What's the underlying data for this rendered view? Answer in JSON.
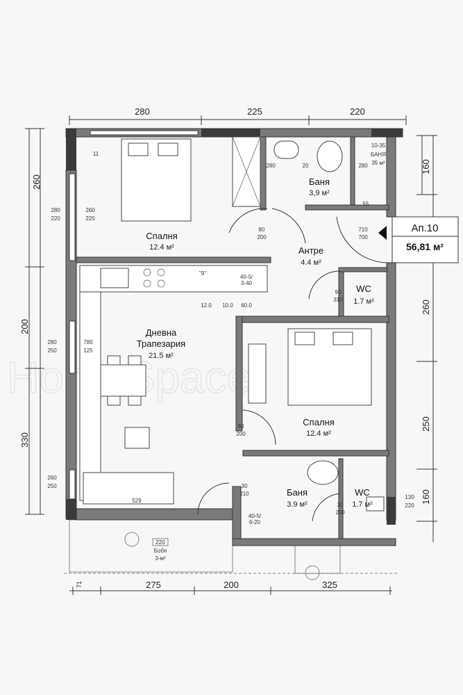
{
  "apartment": {
    "label": "Ап.10",
    "area": "56,81 м²"
  },
  "watermark": "HomeSpace",
  "rooms": [
    {
      "name": "Спалня",
      "area": "12.4 м²"
    },
    {
      "name": "Баня",
      "area": "3,9 м²"
    },
    {
      "name": "Антре",
      "area": "4.4 м²"
    },
    {
      "name": "WC",
      "area": "1.7 м²"
    },
    {
      "name": "Дневна",
      "name2": "Трапезария",
      "area": "21.5 м²"
    },
    {
      "name": "Спалня",
      "area": "12.4 м²"
    },
    {
      "name": "Баня",
      "area": "3.9 м²"
    },
    {
      "name": "WC",
      "area": "1.7 м²"
    }
  ],
  "dimensions": {
    "top": [
      "280",
      "225",
      "220"
    ],
    "left": [
      "260",
      "200",
      "330"
    ],
    "right": [
      "160",
      "260",
      "250",
      "160"
    ],
    "bottom": [
      "71",
      "275",
      "200",
      "325"
    ]
  },
  "openings": [
    {
      "top": "280",
      "bottom": "220"
    },
    {
      "top": "260",
      "bottom": "220"
    },
    {
      "top": "80",
      "bottom": "200"
    },
    {
      "top": "710",
      "bottom": "700"
    },
    {
      "top": "90",
      "bottom": "310"
    },
    {
      "top": "280",
      "bottom": "250"
    },
    {
      "top": "780",
      "bottom": "125"
    },
    {
      "top": "80",
      "bottom": "200"
    },
    {
      "top": "260",
      "bottom": "250"
    },
    {
      "top": "30",
      "bottom": "210"
    },
    {
      "top": "30",
      "bottom": "200"
    },
    {
      "top": "130",
      "bottom": "220"
    }
  ],
  "notes": {
    "n11": "11",
    "b280": "280",
    "b20": "20",
    "b280b": "280",
    "b55": "55",
    "small_bath": "БАНЯ",
    "small_bath_area": "35 м²",
    "small_bath_dim": "10-35",
    "k9": "\"9\"",
    "k405": "40-5/",
    "k340": "3-40",
    "m12": "12.0",
    "m10": "10.0",
    "m60": "60.0",
    "s529": "529",
    "balcony_box": "220",
    "balcony_name": "Бобя",
    "balcony_area": "3-м²",
    "b405": "40-5/",
    "b620": "6-20"
  }
}
